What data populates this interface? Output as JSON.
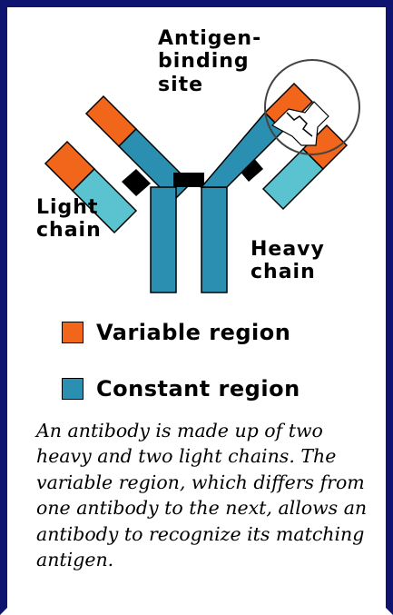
{
  "labels": {
    "antigen_binding_site": "Antigen-\nbinding\nsite",
    "light_chain": "Light\nchain",
    "heavy_chain": "Heavy\nchain"
  },
  "legend": [
    {
      "label": "Variable region",
      "color": "#f2661c"
    },
    {
      "label": "Constant region",
      "color": "#2a8fb0"
    }
  ],
  "caption": "An antibody is made up of two heavy and two light chains. The variable region, which differs from one antibody to the next, allows an antibody to recognize its matching antigen.",
  "colors": {
    "border": "#0f1470",
    "variable": "#f2661c",
    "constant_heavy": "#2a8fb0",
    "constant_light": "#5bc3cf",
    "hinge": "#000000"
  }
}
